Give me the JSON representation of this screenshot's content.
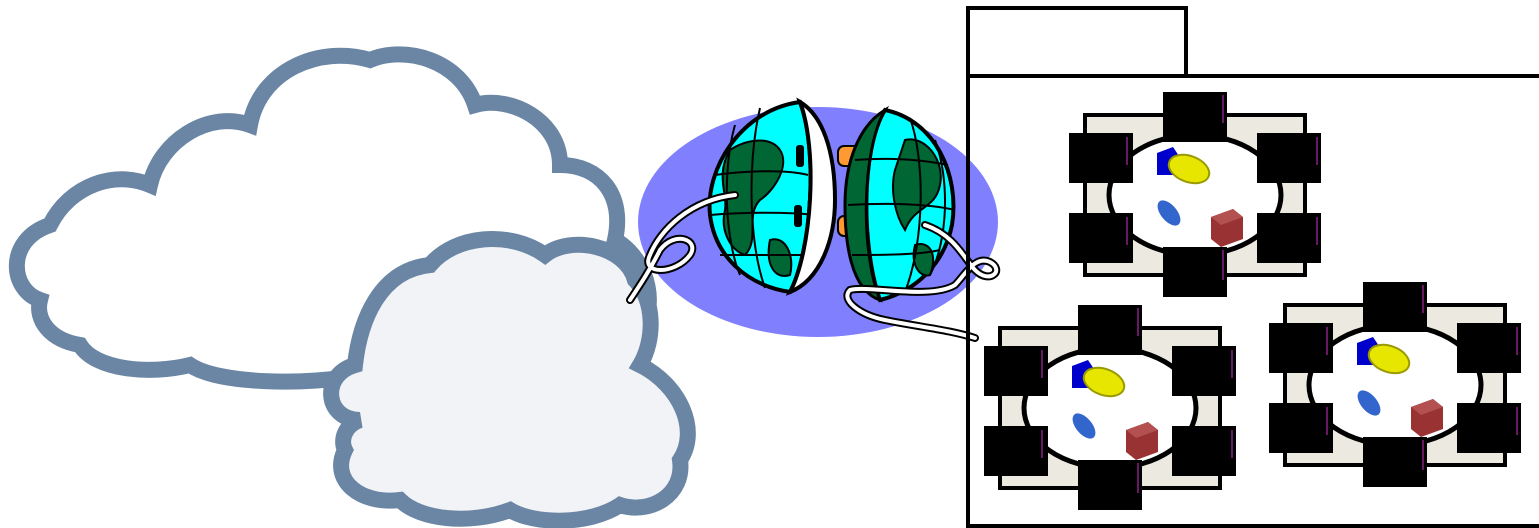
{
  "diagram": {
    "clouds": [
      {
        "name": "back-cloud",
        "fill": "#ffffff",
        "outline": "#6a86a4"
      },
      {
        "name": "front-cloud",
        "fill": "#f1f3f7",
        "outline": "#6a86a4"
      }
    ],
    "connector": {
      "ellipse_color": "#8080ff",
      "ocean_color": "#00ffff",
      "land_color": "#006633",
      "prong_color": "#ff9933",
      "icon": "globe-plug-icon"
    },
    "folder": {
      "tab_label": "",
      "stroke": "#000000",
      "fill": "#ffffff"
    },
    "workstation_groups": [
      {
        "name": "group-top",
        "icon": "round-table-icon"
      },
      {
        "name": "group-bottom-left",
        "icon": "round-table-icon"
      },
      {
        "name": "group-bottom-right",
        "icon": "round-table-icon"
      }
    ],
    "table_colors": {
      "mat": "#ece9e0",
      "blocks": "#000000",
      "yellow": "#e6e600",
      "blue": "#0000cc",
      "light_blue": "#3366cc",
      "red": "#993333"
    }
  }
}
